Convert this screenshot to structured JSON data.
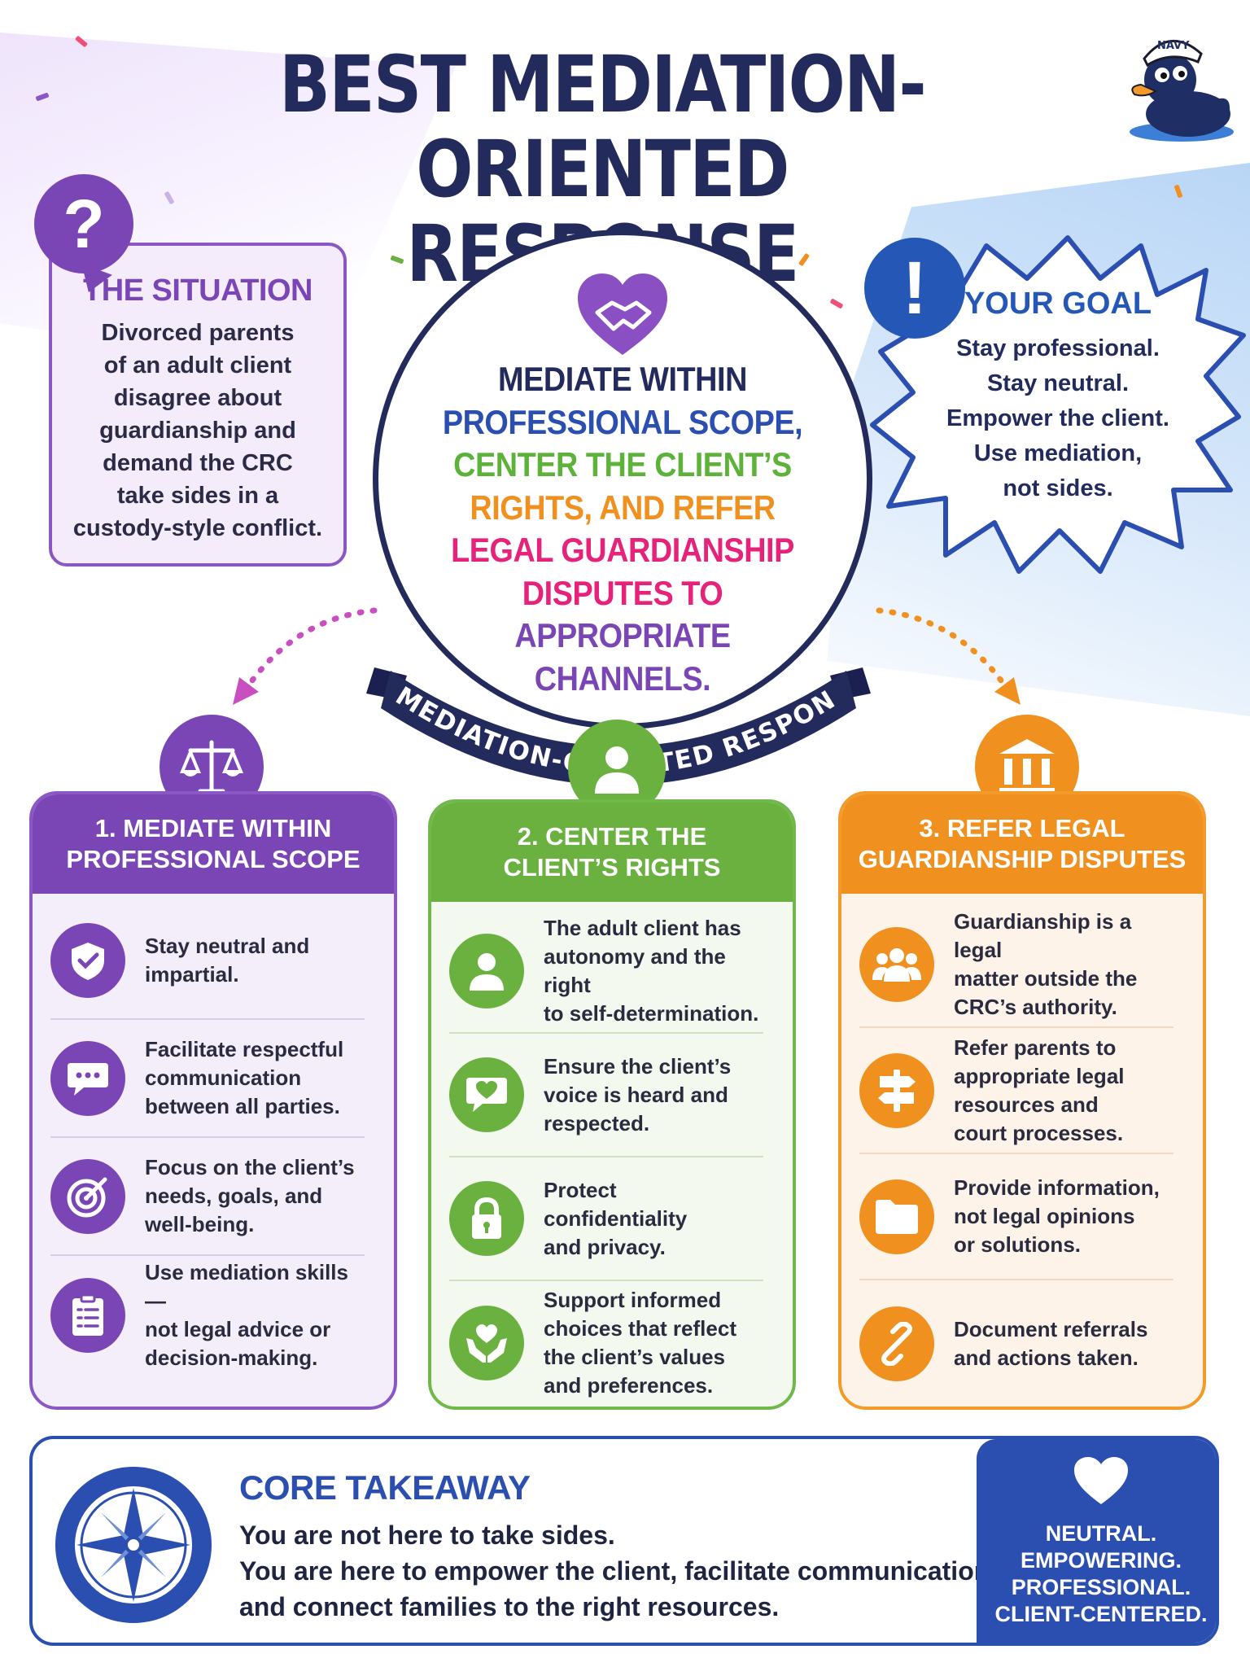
{
  "title": {
    "line1": "BEST MEDIATION-ORIENTED",
    "line2": "RESPONSE"
  },
  "duck": {
    "cap_text": "NAVY",
    "icon": "navy-duck-mascot"
  },
  "situation": {
    "icon": "question-mark-icon",
    "symbol": "?",
    "heading": "THE SITUATION",
    "lines": [
      "Divorced parents",
      "of an adult client",
      "disagree about",
      "guardianship and",
      "demand the CRC",
      "take sides in a",
      "custody-style conflict."
    ]
  },
  "goal": {
    "icon": "exclamation-icon",
    "symbol": "!",
    "heading": "YOUR GOAL",
    "lines": [
      "Stay professional.",
      "Stay neutral.",
      "Empower the client.",
      "Use mediation,",
      "not sides."
    ]
  },
  "center": {
    "icon": "heart-handshake-icon",
    "lines": [
      {
        "text": "MEDIATE WITHIN",
        "color": "#232a5c"
      },
      {
        "text": "PROFESSIONAL SCOPE,",
        "color": "#2a4fb0"
      },
      {
        "text": "CENTER THE CLIENT’S",
        "color": "#5db23a"
      },
      {
        "text": "RIGHTS, AND REFER",
        "color": "#f0901e"
      },
      {
        "text": "LEGAL GUARDIANSHIP",
        "color": "#e6227a"
      },
      {
        "text": "DISPUTES TO",
        "color": "#e6227a"
      },
      {
        "text": "APPROPRIATE",
        "color": "#7a45b4"
      },
      {
        "text": "CHANNELS.",
        "color": "#7a45b4"
      }
    ],
    "ribbon": "A MEDIATION-ORIENTED RESPONSE"
  },
  "cards": [
    {
      "icon": "scales-icon",
      "heading": [
        "1. MEDIATE WITHIN",
        "PROFESSIONAL SCOPE"
      ],
      "items": [
        {
          "icon": "shield-check-icon",
          "text": [
            "Stay neutral and",
            "impartial."
          ]
        },
        {
          "icon": "chat-bubble-icon",
          "text": [
            "Facilitate respectful",
            "communication",
            "between all parties."
          ]
        },
        {
          "icon": "target-icon",
          "text": [
            "Focus on the client’s",
            "needs, goals, and",
            "well-being."
          ]
        },
        {
          "icon": "clipboard-icon",
          "text": [
            "Use mediation skills—",
            "not legal advice or",
            "decision-making."
          ]
        }
      ]
    },
    {
      "icon": "person-icon",
      "heading": [
        "2. CENTER THE",
        "CLIENT’S RIGHTS"
      ],
      "items": [
        {
          "icon": "user-icon",
          "text": [
            "The adult client has",
            "autonomy and the right",
            "to self-determination."
          ]
        },
        {
          "icon": "heart-chat-icon",
          "text": [
            "Ensure the client’s",
            "voice is heard and",
            "respected."
          ]
        },
        {
          "icon": "lock-icon",
          "text": [
            "Protect confidentiality",
            "and privacy."
          ]
        },
        {
          "icon": "hands-heart-icon",
          "text": [
            "Support informed",
            "choices that reflect",
            "the client’s values",
            "and preferences."
          ]
        }
      ]
    },
    {
      "icon": "courthouse-icon",
      "heading": [
        "3. REFER LEGAL",
        "GUARDIANSHIP DISPUTES"
      ],
      "items": [
        {
          "icon": "group-icon",
          "text": [
            "Guardianship is a legal",
            "matter outside the",
            "CRC’s authority."
          ]
        },
        {
          "icon": "signpost-icon",
          "text": [
            "Refer parents to",
            "appropriate legal",
            "resources and",
            "court processes."
          ]
        },
        {
          "icon": "folder-icon",
          "text": [
            "Provide information,",
            "not legal opinions",
            "or solutions."
          ]
        },
        {
          "icon": "link-icon",
          "text": [
            "Document referrals",
            "and actions taken."
          ]
        }
      ]
    }
  ],
  "takeaway": {
    "icon": "compass-icon",
    "heading": "CORE TAKEAWAY",
    "lines": [
      "You are not here to take sides.",
      "You are here to empower the client, facilitate communication,",
      "and connect families to the right resources."
    ]
  },
  "mantra": {
    "icon": "heart-icon",
    "lines": [
      "NEUTRAL.",
      "EMPOWERING.",
      "PROFESSIONAL.",
      "CLIENT-CENTERED."
    ]
  },
  "colors": {
    "navy": "#232a5c",
    "purple": "#7a45b4",
    "green": "#6ab140",
    "orange": "#f0901e",
    "blue": "#2a4fb0",
    "pink": "#e6227a"
  }
}
